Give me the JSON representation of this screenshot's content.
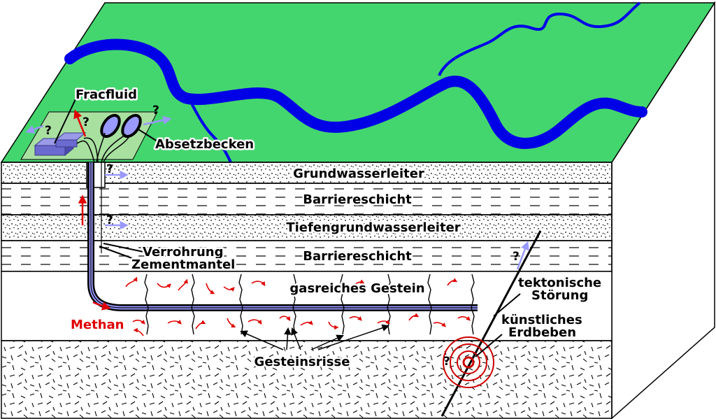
{
  "labels": {
    "fracfluid": "Fracfluid",
    "absetzbecken": "Absetzbecken",
    "grundwasserleiter": "Grundwasserleiter",
    "barriereschicht_1": "Barriereschicht",
    "tiefengrundwasserleiter": "Tiefengrundwasserleiter",
    "barriereschicht_2": "Barriereschicht",
    "verrohrung": "Verrohrung",
    "zementmantel": "Zementmantel",
    "gasreiches_gestein": "gasreiches Gestein",
    "tektonische": "tektonische",
    "stoerung": "Störung",
    "kuenstliches": "künstliches",
    "erdbeben": "Erdbeben",
    "methan": "Methan",
    "gesteinsrisse": "Gesteinsrisse",
    "question": "?"
  },
  "colors": {
    "surface_green": "#44d66e",
    "river_blue": "#0000e6",
    "pad_green": "#a8e0a0",
    "leak_arrow": "#9999ff",
    "methane_red": "#e00000",
    "quake_red": "#cc0000"
  }
}
